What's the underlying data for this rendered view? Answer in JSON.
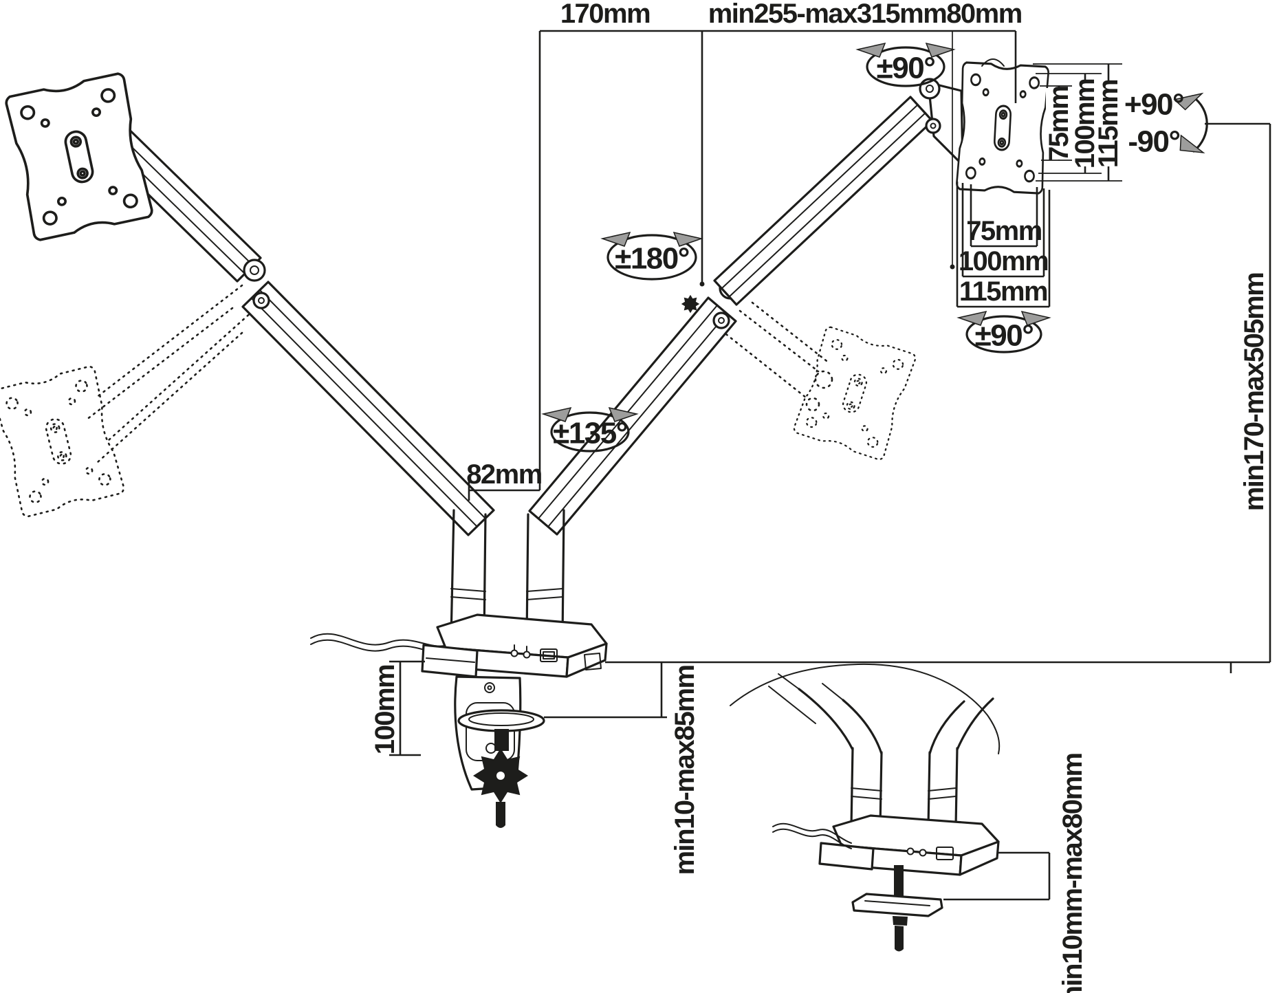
{
  "diagram": {
    "kind": "dual-monitor-desk-mount-dimension-drawing",
    "colors": {
      "line": "#1d1d1b",
      "arrow_fill": "#9d9d9c",
      "background": "#ffffff"
    },
    "top_dimensions": {
      "column_to_elbow": "170mm",
      "arm_reach": "min255-max315mm",
      "head_depth": "80mm"
    },
    "vesa": {
      "vertical": [
        "75mm",
        "100mm",
        "115mm"
      ],
      "horizontal": [
        "75mm",
        "100mm",
        "115mm"
      ]
    },
    "rotations": {
      "head_swivel": "±90°",
      "shoulder_swivel": "±180°",
      "elbow_swivel": "±135°",
      "vesa_rotation": "±90°",
      "tilt_up": "+90°",
      "tilt_down": "-90°"
    },
    "heights": {
      "height_range": "min170-max505mm",
      "column_offset": "82mm",
      "clamp_capacity": "100mm",
      "clamp_desk_thickness": "min10-max85mm",
      "grommet_desk_thickness": "min10mm-max80mm"
    }
  }
}
